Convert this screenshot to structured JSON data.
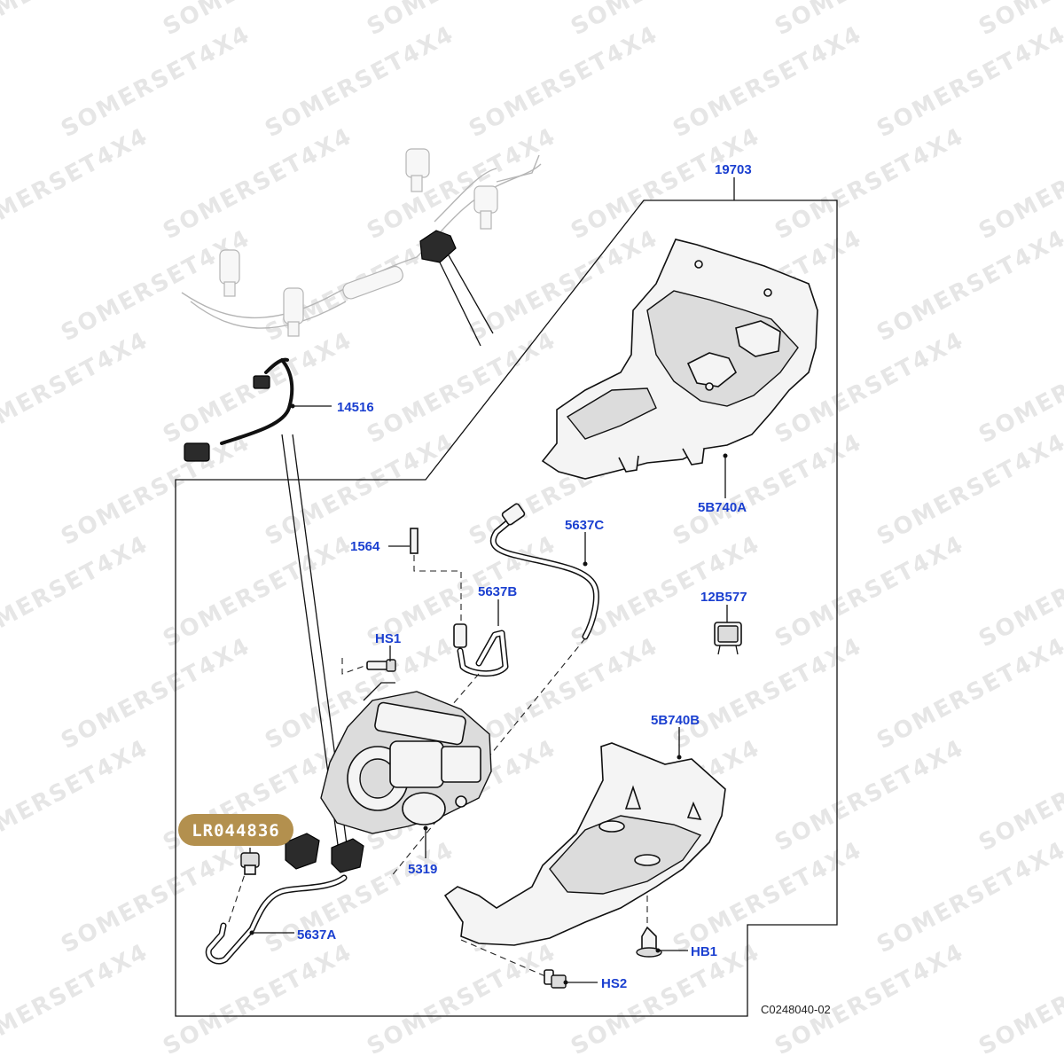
{
  "watermark": "SOMERSET4X4",
  "part_badge": "LR044836",
  "drawing_code": "C0248040-02",
  "callouts": {
    "c19703": "19703",
    "c14516": "14516",
    "c5B740A": "5B740A",
    "c1564": "1564",
    "c5637C": "5637C",
    "c5637B": "5637B",
    "c12B577": "12B577",
    "cHS1": "HS1",
    "c5B740B": "5B740B",
    "c5319": "5319",
    "c5637A": "5637A",
    "cHB1": "HB1",
    "cHS2": "HS2"
  },
  "colors": {
    "callout_text": "#1a3fd0",
    "badge_fill": "#b3904e",
    "watermark": "#e6e6e6"
  }
}
